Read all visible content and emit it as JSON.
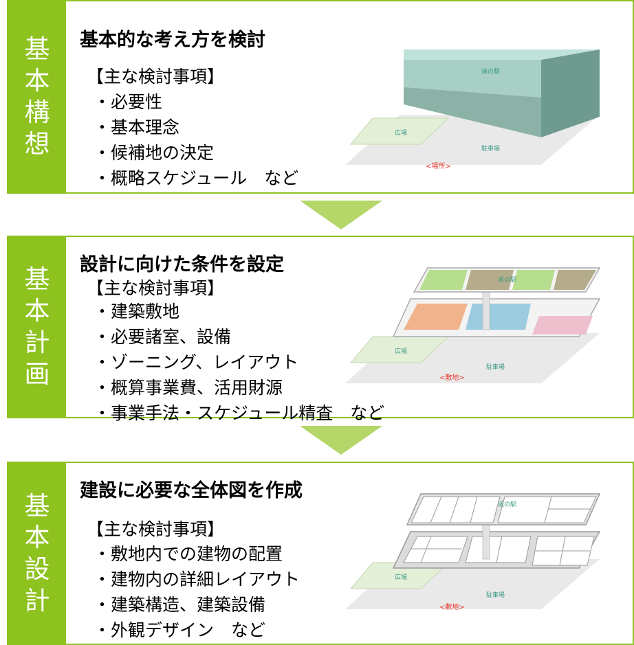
{
  "stages": [
    {
      "label": "基本構想",
      "title": "基本的な考え方を検討",
      "heading": "【主な検討事項】",
      "items": [
        "・必要性",
        "・基本理念",
        "・候補地の決定",
        "・概略スケジュール　など"
      ],
      "illustration": {
        "building": "道の駅",
        "plaza": "広場",
        "parking": "駐車場",
        "site": "<場所>"
      }
    },
    {
      "label": "基本計画",
      "title": "設計に向けた条件を設定",
      "heading": "【主な検討事項】",
      "items": [
        "・建築敷地",
        "・必要諸室、設備",
        "・ゾーニング、レイアウト",
        "・概算事業費、活用財源",
        "・事業手法・スケジュール精査　など"
      ],
      "illustration": {
        "building": "道の駅",
        "plaza": "広場",
        "parking": "駐車場",
        "site": "<敷地>"
      }
    },
    {
      "label": "基本設計",
      "title": "建設に必要な全体図を作成",
      "heading": "【主な検討事項】",
      "items": [
        "・敷地内での建物の配置",
        "・建物内の詳細レイアウト",
        "・建築構造、建築設備",
        "・外観デザイン　など"
      ],
      "illustration": {
        "building": "道の駅",
        "plaza": "広場",
        "parking": "駐車場",
        "site": "<敷地>"
      }
    }
  ],
  "colors": {
    "accent": "#8dc21f",
    "site_label": "#e8382f",
    "teal_text": "#3a9a84",
    "building_top": "#bfe3da",
    "building_side": "#79a69a"
  }
}
